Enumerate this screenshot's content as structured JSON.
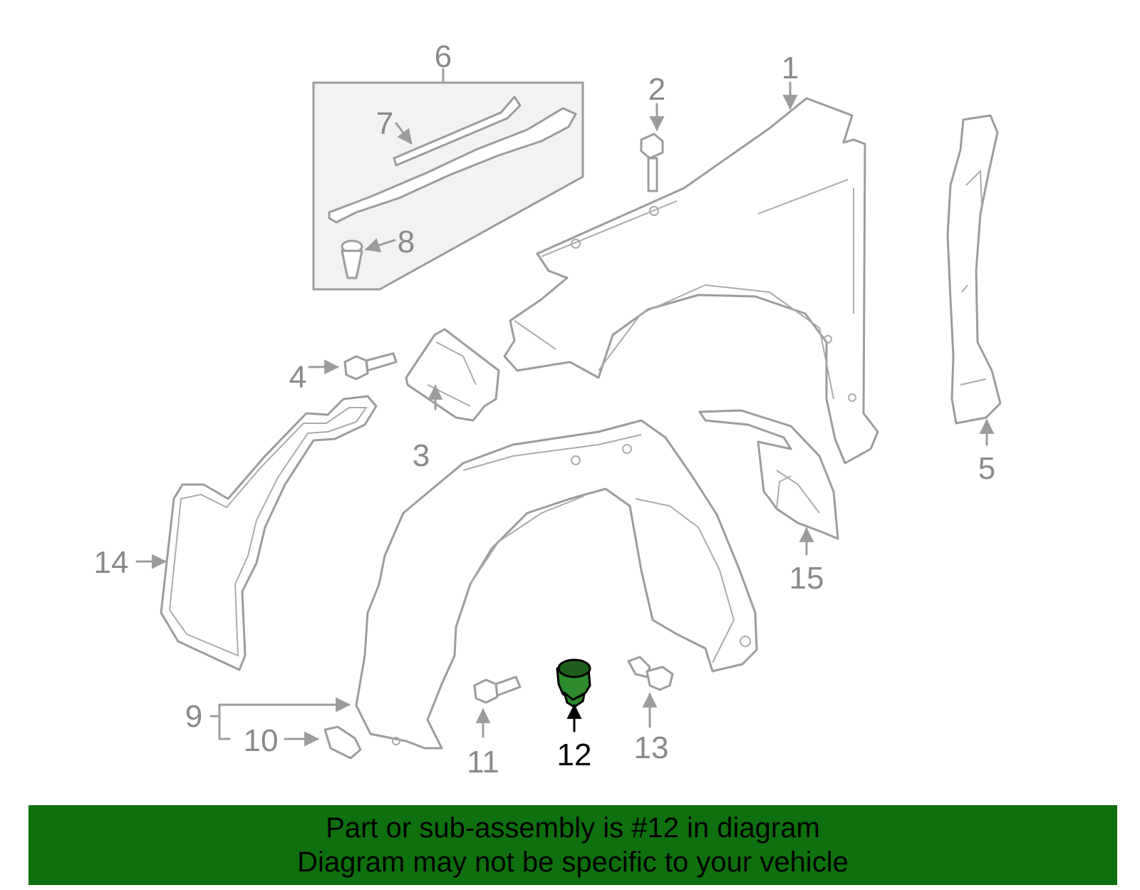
{
  "diagram": {
    "highlight_part": "12",
    "highlight_color": "#2e8b2e",
    "callouts": [
      "1",
      "2",
      "3",
      "4",
      "5",
      "6",
      "7",
      "8",
      "9",
      "10",
      "11",
      "12",
      "13",
      "14",
      "15"
    ],
    "parts": [
      {
        "number": "1",
        "part": "fender"
      },
      {
        "number": "2",
        "part": "bolt"
      },
      {
        "number": "3",
        "part": "bracket"
      },
      {
        "number": "4",
        "part": "bolt"
      },
      {
        "number": "5",
        "part": "side-bracket"
      },
      {
        "number": "6",
        "part": "seal-kit-box"
      },
      {
        "number": "7",
        "part": "seal-strip"
      },
      {
        "number": "8",
        "part": "clip"
      },
      {
        "number": "9",
        "part": "fender-liner"
      },
      {
        "number": "10",
        "part": "bracket"
      },
      {
        "number": "11",
        "part": "bolt"
      },
      {
        "number": "12",
        "part": "nut"
      },
      {
        "number": "13",
        "part": "push-clip"
      },
      {
        "number": "14",
        "part": "splash-shield"
      },
      {
        "number": "15",
        "part": "rear-shield"
      }
    ]
  },
  "banner": {
    "line1": "Part or sub-assembly is #12 in diagram",
    "line2": "Diagram may not be specific to your vehicle",
    "background": "#0e700e"
  }
}
